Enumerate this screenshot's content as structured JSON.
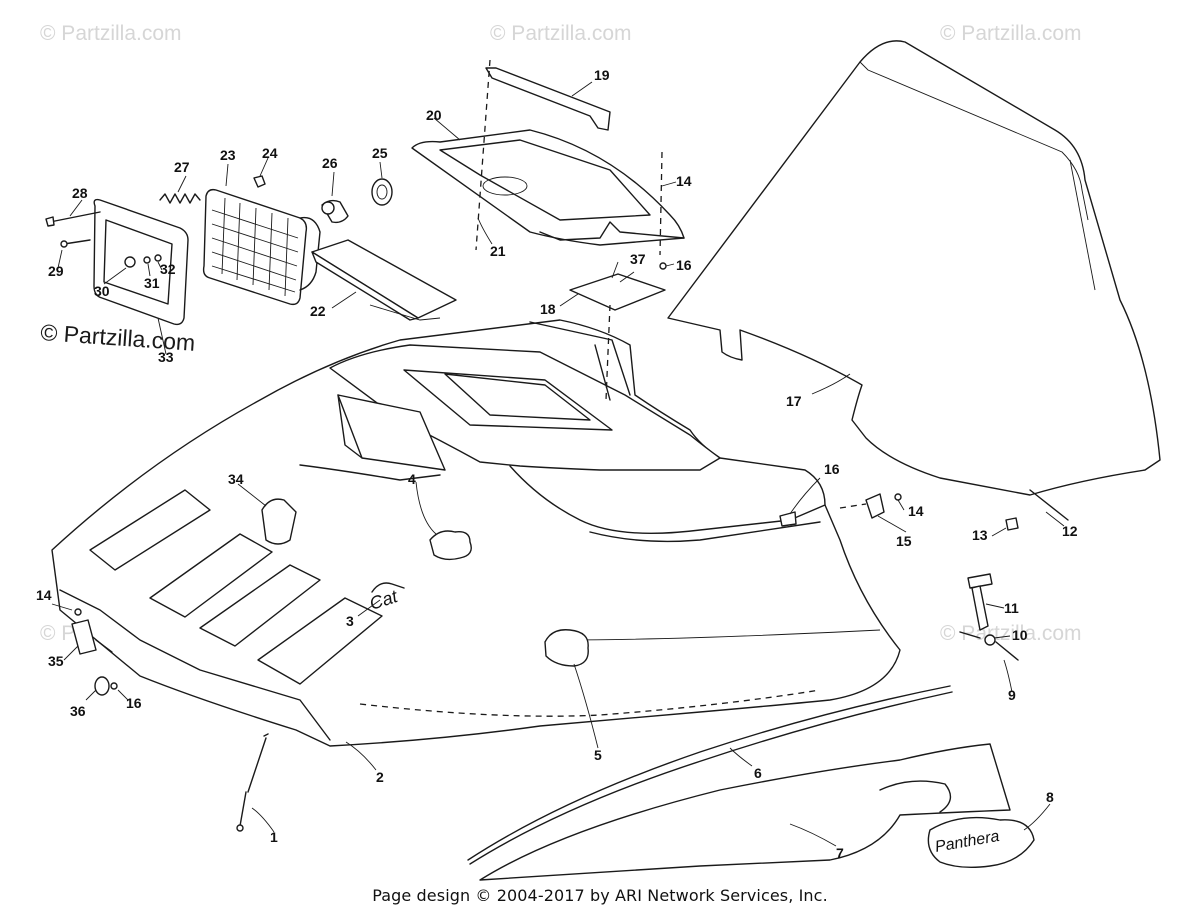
{
  "watermarks": {
    "text": "© Partzilla.com",
    "main": "© Partzilla.com"
  },
  "callouts": [
    "1",
    "2",
    "3",
    "4",
    "5",
    "6",
    "7",
    "8",
    "9",
    "10",
    "11",
    "12",
    "13",
    "14",
    "14",
    "14",
    "15",
    "16",
    "16",
    "16",
    "17",
    "18",
    "19",
    "20",
    "21",
    "22",
    "23",
    "24",
    "25",
    "26",
    "27",
    "28",
    "29",
    "30",
    "31",
    "32",
    "33",
    "34",
    "35",
    "36",
    "37"
  ],
  "emblems": {
    "cat_script": "Cat",
    "panther_script": "Panthera"
  },
  "footer": {
    "text": "Page design © 2004-2017 by ARI Network Services, Inc."
  }
}
